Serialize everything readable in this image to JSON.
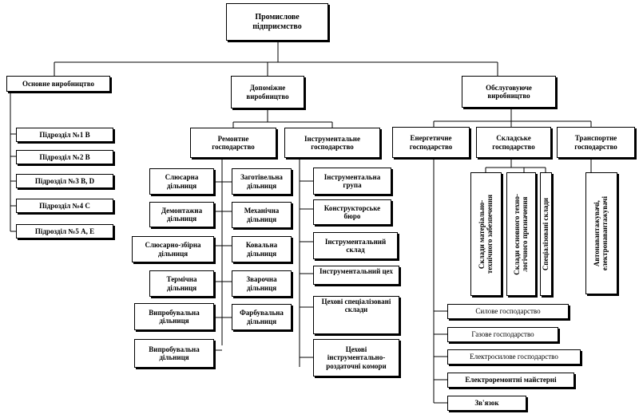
{
  "root": "Промислове\nпідприємство",
  "main_production": {
    "title": "Основне виробництво",
    "units": [
      "Підрозділ №1 В",
      "Підрозділ №2 В",
      "Підрозділ №3 В, D",
      "Підрозділ №4 С",
      "Підрозділ №5 А, Е"
    ]
  },
  "auxiliary_production": {
    "title": "Допоміжне\nвиробництво",
    "repair": {
      "title": "Ремонтне\nгосподарство",
      "left_sections": [
        "Слюсарна\nдільниця",
        "Демонтажна\nдільниця",
        "Слюсарно-збірна\nдільниця",
        "Термічна\nдільниця",
        "Випробувальна\nдільниця",
        "Випробувальна\nдільниця"
      ],
      "right_sections": [
        "Заготівельна\nдільниця",
        "Механічна\nдільниця",
        "Ковальна\nдільниця",
        "Зварочна\nдільниця",
        "Фарбувальна\nдільниця"
      ]
    },
    "tooling": {
      "title": "Інструментальне\nгосподарство",
      "items": [
        "Інструментальна\nгрупа",
        "Конструкторське\nбюро",
        "Інструментальний\nсклад",
        "Інструментальний цех",
        "Цехові спеціалізовані\nсклади",
        "Цехові\nінструментально-\nроздаточні комори"
      ]
    }
  },
  "service_production": {
    "title": "Обслуговуюче\nвиробництво",
    "energy": {
      "title": "Енергетичне\nгосподарство",
      "items": [
        "Силове господарство",
        "Газове господарство",
        "Електросилове господарство",
        "Електроремонтні майстерні",
        "Зв'язок"
      ]
    },
    "warehouse": {
      "title": "Складське\nгосподарство",
      "items": [
        "Склади матеріально-\nтехнічного забезпечення",
        "Склади основного техно-\nлогічного призначення",
        "Спеціалізовані склади"
      ]
    },
    "transport": {
      "title": "Транспортне\nгосподарство",
      "items": [
        "Автонавантажувачі,\nелектронавантажувачі"
      ]
    }
  }
}
